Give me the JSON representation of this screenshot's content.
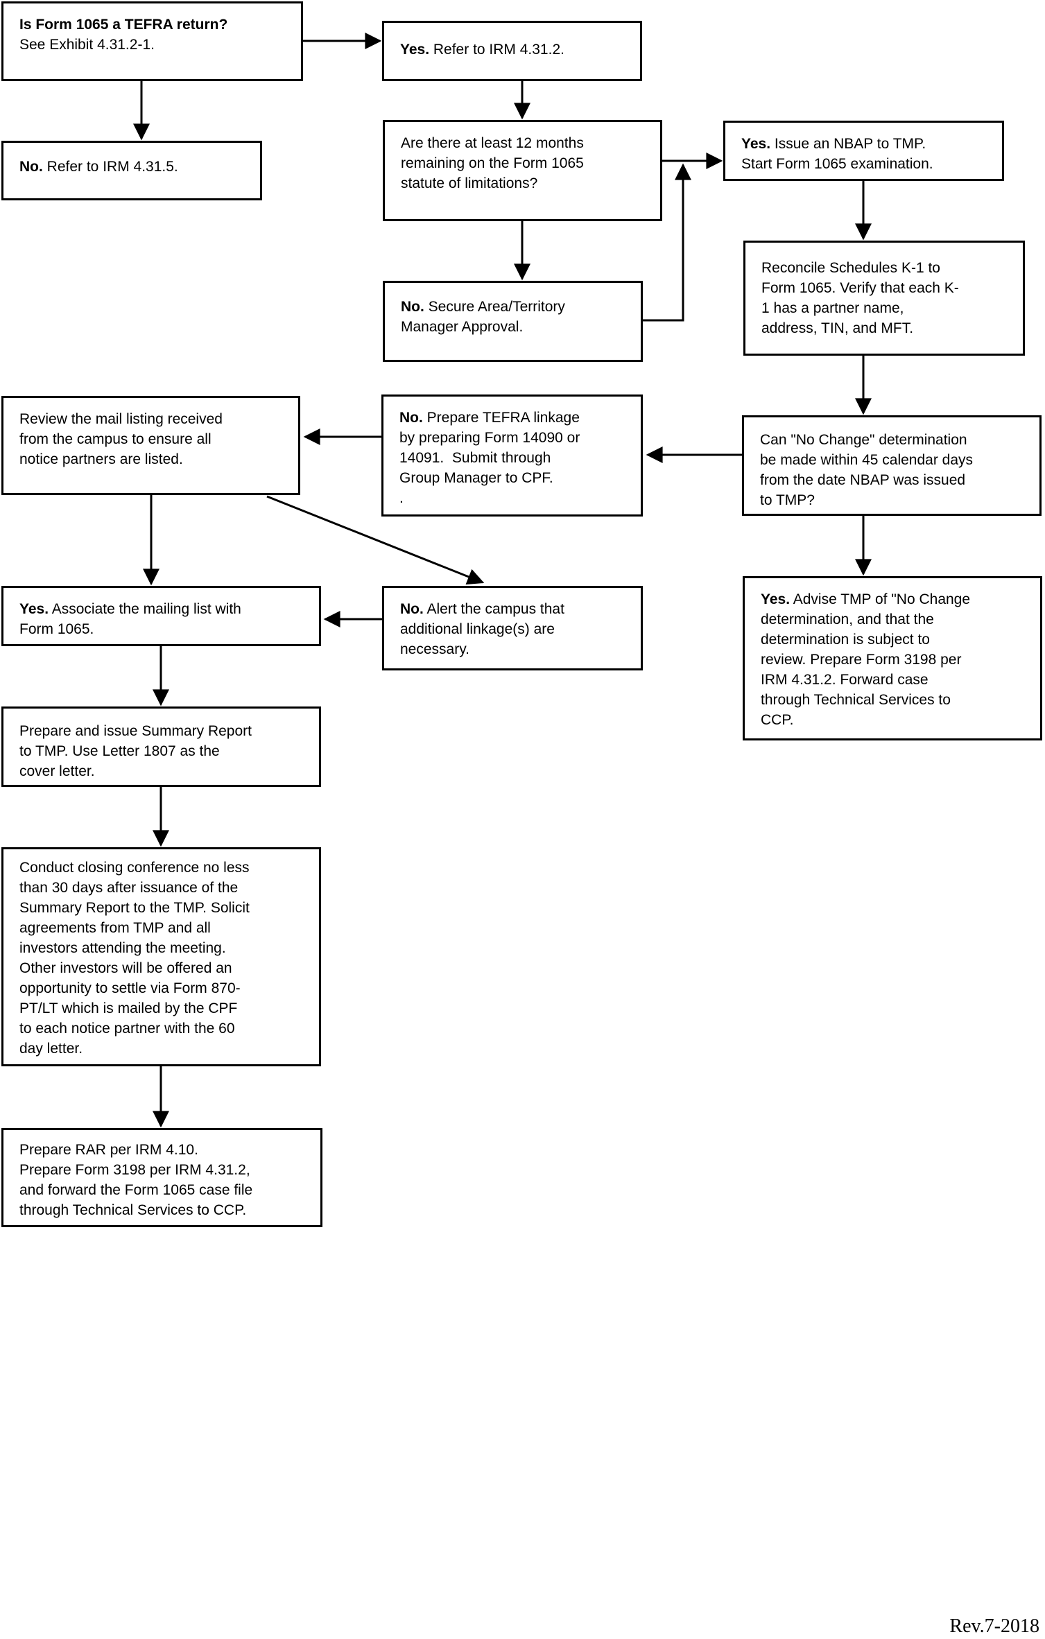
{
  "footer": "Rev.7-2018",
  "nodes": {
    "q_tefra": {
      "prefix": "Is Form 1065 a TEFRA return?",
      "text": "\nSee Exhibit 4.31.2-1."
    },
    "no_irm_4315": {
      "prefix": "No.",
      "text": " Refer to IRM 4.31.5."
    },
    "yes_irm_4312": {
      "prefix": "Yes.",
      "text": " Refer to IRM 4.31.2."
    },
    "q_statute": {
      "text": "Are there at least 12 months\nremaining on the Form 1065\nstatute of limitations?"
    },
    "yes_nbap": {
      "prefix": "Yes.",
      "text": " Issue an NBAP to TMP.\nStart Form 1065 examination."
    },
    "no_approval": {
      "prefix": "No.",
      "text": " Secure Area/Territory\nManager Approval."
    },
    "reconcile_k1": {
      "text": "Reconcile Schedules K-1 to\nForm 1065. Verify that each K-\n1 has a partner name,\naddress, TIN, and MFT."
    },
    "q_no_change": {
      "text": "Can \"No Change\" determination\nbe made within 45 calendar days\nfrom the date NBAP was issued\nto TMP?"
    },
    "no_linkage": {
      "prefix": "No.",
      "text": " Prepare TEFRA linkage\nby preparing Form 14090 or\n14091.  Submit through\nGroup Manager to CPF.\n."
    },
    "review_mail": {
      "text": "Review the mail listing received\nfrom the campus to ensure all\nnotice partners are listed."
    },
    "yes_advise": {
      "prefix": "Yes.",
      "text": " Advise TMP of \"No Change\ndetermination, and that the\ndetermination is subject to\nreview. Prepare Form 3198 per\nIRM 4.31.2. Forward case\nthrough Technical Services to\nCCP."
    },
    "yes_associate": {
      "prefix": "Yes.",
      "text": " Associate the mailing list with\nForm 1065."
    },
    "no_alert": {
      "prefix": "No.",
      "text": " Alert the campus that\nadditional linkage(s) are\nnecessary."
    },
    "summary_rpt": {
      "text": "Prepare and issue Summary Report\nto TMP. Use Letter 1807 as the\ncover letter."
    },
    "closing_conf": {
      "text": "Conduct closing conference no less\nthan 30 days after issuance of the\nSummary Report to the TMP. Solicit\nagreements from TMP and all\ninvestors attending the meeting.\nOther investors will be offered an\nopportunity to settle via Form 870-\nPT/LT which is mailed by the CPF\nto each notice partner with the 60\nday letter."
    },
    "prepare_rar": {
      "text": "Prepare RAR per IRM 4.10.\nPrepare Form 3198 per IRM 4.31.2,\nand forward the Form 1065 case file\nthrough Technical Services to CCP."
    }
  }
}
